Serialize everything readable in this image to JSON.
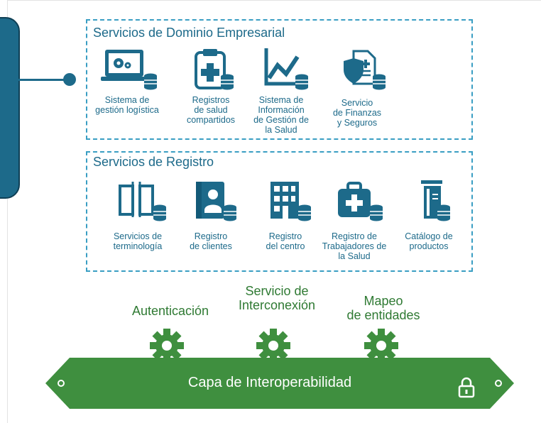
{
  "domain_services": {
    "title": "Servicios de Dominio Empresarial",
    "items": [
      {
        "label": "Sistema de\ngestión logística",
        "icon": "laptop-gears-database-icon"
      },
      {
        "label": "Registros\nde salud\ncompartidos",
        "icon": "clipboard-medical-icon"
      },
      {
        "label": "Sistema de\nInformación\nde Gestión de\nla Salud",
        "icon": "line-chart-database-icon"
      },
      {
        "label": "Servicio\nde Finanzas\ny Seguros",
        "icon": "shield-document-icon"
      }
    ]
  },
  "registry_services": {
    "title": "Servicios de Registro",
    "items": [
      {
        "label": "Servicios de\nterminología",
        "icon": "open-book-icon"
      },
      {
        "label": "Registro\nde clientes",
        "icon": "person-card-icon"
      },
      {
        "label": "Registro\ndel centro",
        "icon": "building-icon"
      },
      {
        "label": "Registro de\nTrabajadores de\nla Salud",
        "icon": "medical-bag-icon"
      },
      {
        "label": "Catálogo de\nproductos",
        "icon": "product-catalog-icon"
      }
    ]
  },
  "interop_services": [
    {
      "label": "Autenticación",
      "icon": "gear-icon"
    },
    {
      "label": "Servicio de\nInterconexión",
      "icon": "gear-icon"
    },
    {
      "label": "Mapeo\nde entidades",
      "icon": "gear-icon"
    }
  ],
  "interoperability_layer": {
    "label": "Capa de Interoperabilidad",
    "icon": "lock-icon"
  },
  "colors": {
    "blue": "#1d6a8a",
    "light_blue": "#3a9ec3",
    "green": "#2f7a33",
    "banner_green": "#3f8f3f"
  }
}
